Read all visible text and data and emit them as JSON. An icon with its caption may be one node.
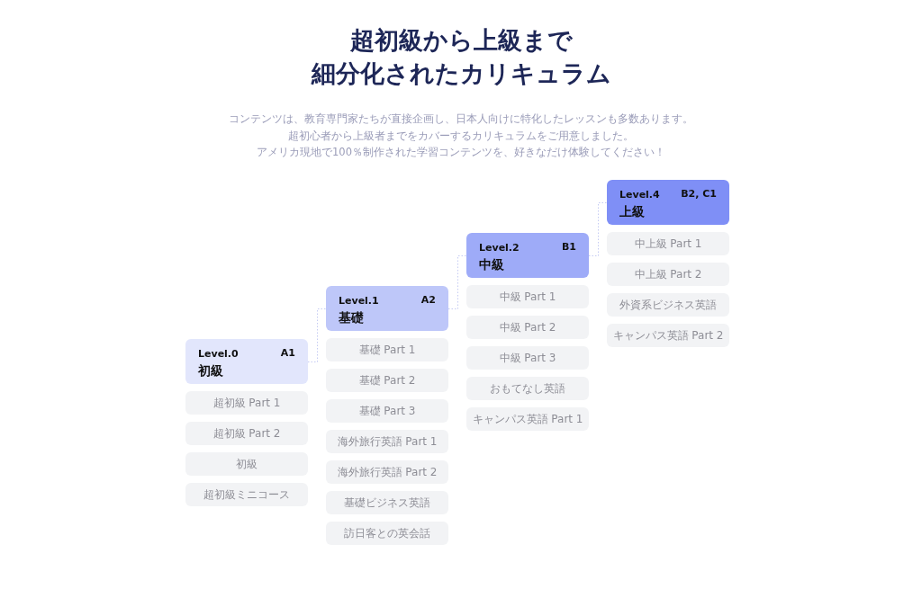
{
  "diagram": {
    "title": "超初級から上級まで細分化されたカリキュラム",
    "nodes": [
      {
        "text": [
          "Level.0",
          "A1",
          "初級"
        ]
      },
      {
        "text": [
          "超初級 Part 1"
        ]
      },
      {
        "text": [
          "超初級 Part 2"
        ]
      },
      {
        "text": [
          "初級"
        ]
      },
      {
        "text": [
          "超初級ミニコース"
        ]
      },
      {
        "text": [
          "Level.1",
          "A2",
          "基礎"
        ]
      },
      {
        "text": [
          "基礎 Part 1"
        ]
      },
      {
        "text": [
          "基礎 Part 2"
        ]
      },
      {
        "text": [
          "基礎 Part 3"
        ]
      },
      {
        "text": [
          "海外旅行英語 Part 1"
        ]
      },
      {
        "text": [
          "海外旅行英語 Part 2"
        ]
      },
      {
        "text": [
          "基礎ビジネス英語"
        ]
      },
      {
        "text": [
          "訪日客との英会話"
        ]
      },
      {
        "text": [
          "Level.2",
          "B1",
          "中級"
        ]
      },
      {
        "text": [
          "中級 Part 1"
        ]
      },
      {
        "text": [
          "中級 Part 2"
        ]
      },
      {
        "text": [
          "中級 Part 3"
        ]
      },
      {
        "text": [
          "おもてなし英語"
        ]
      },
      {
        "text": [
          "キャンパス英語 Part 1"
        ]
      },
      {
        "text": [
          "Level.4",
          "B2, C1",
          "上級"
        ]
      },
      {
        "text": [
          "中上級 Part 1"
        ]
      },
      {
        "text": [
          "中上級 Part 2"
        ]
      },
      {
        "text": [
          "外資系ビジネス英語"
        ]
      },
      {
        "text": [
          "キャンパス英語 Part 2"
        ]
      }
    ],
    "edges": [
      {
        "from": 0,
        "to": 5,
        "arrow": "none",
        "style": "dashed"
      },
      {
        "from": 5,
        "to": 13,
        "arrow": "none",
        "style": "dashed"
      },
      {
        "from": 13,
        "to": 19,
        "arrow": "none",
        "style": "dashed"
      }
    ],
    "labels": [
      "コンテンツは、教育専門家たちが直接企画し、日本人向けに特化したレッスンも多数あります。",
      "超初心者から上級者までをカバーするカリキュラムをご用意しました。",
      "アメリカ現地で100％制作された学習コンテンツを、好きなだけ体験してください！"
    ]
  }
}
